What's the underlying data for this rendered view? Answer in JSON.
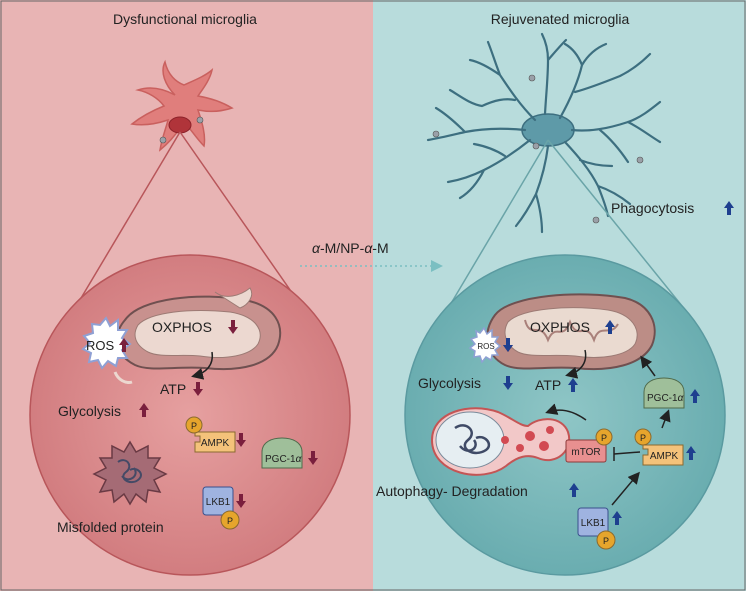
{
  "panels": {
    "left": {
      "title": "Dysfunctional microglia"
    },
    "right": {
      "title": "Rejuvenated microglia"
    }
  },
  "treatment": {
    "label_pre": "α",
    "label_mid": "-M/NP-",
    "label_alpha2": "α",
    "label_post": "-M"
  },
  "left_labels": {
    "ros": "ROS",
    "oxphos": "OXPHOS",
    "atp": "ATP",
    "glycolysis": "Glycolysis",
    "ampk": "AMPK",
    "pgc1a": "PGC-1",
    "alpha": "α",
    "lkb1": "LKB1",
    "p": "P",
    "misfolded": "Misfolded protein"
  },
  "right_labels": {
    "phagocytosis": "Phagocytosis",
    "ros": "ROS",
    "oxphos": "OXPHOS",
    "atp": "ATP",
    "glycolysis": "Glycolysis",
    "pgc1a": "PGC-1",
    "alpha": "α",
    "mtor": "mTOR",
    "ampk": "AMPK",
    "autophagy": "Autophagy- Degradation",
    "lkb1": "LKB1",
    "p": "P"
  },
  "colors": {
    "left_bg": "#e8b4b4",
    "right_bg": "#b8dcdc",
    "down_arrow": "#7a1f3d",
    "up_arrow": "#1e3f8f"
  }
}
